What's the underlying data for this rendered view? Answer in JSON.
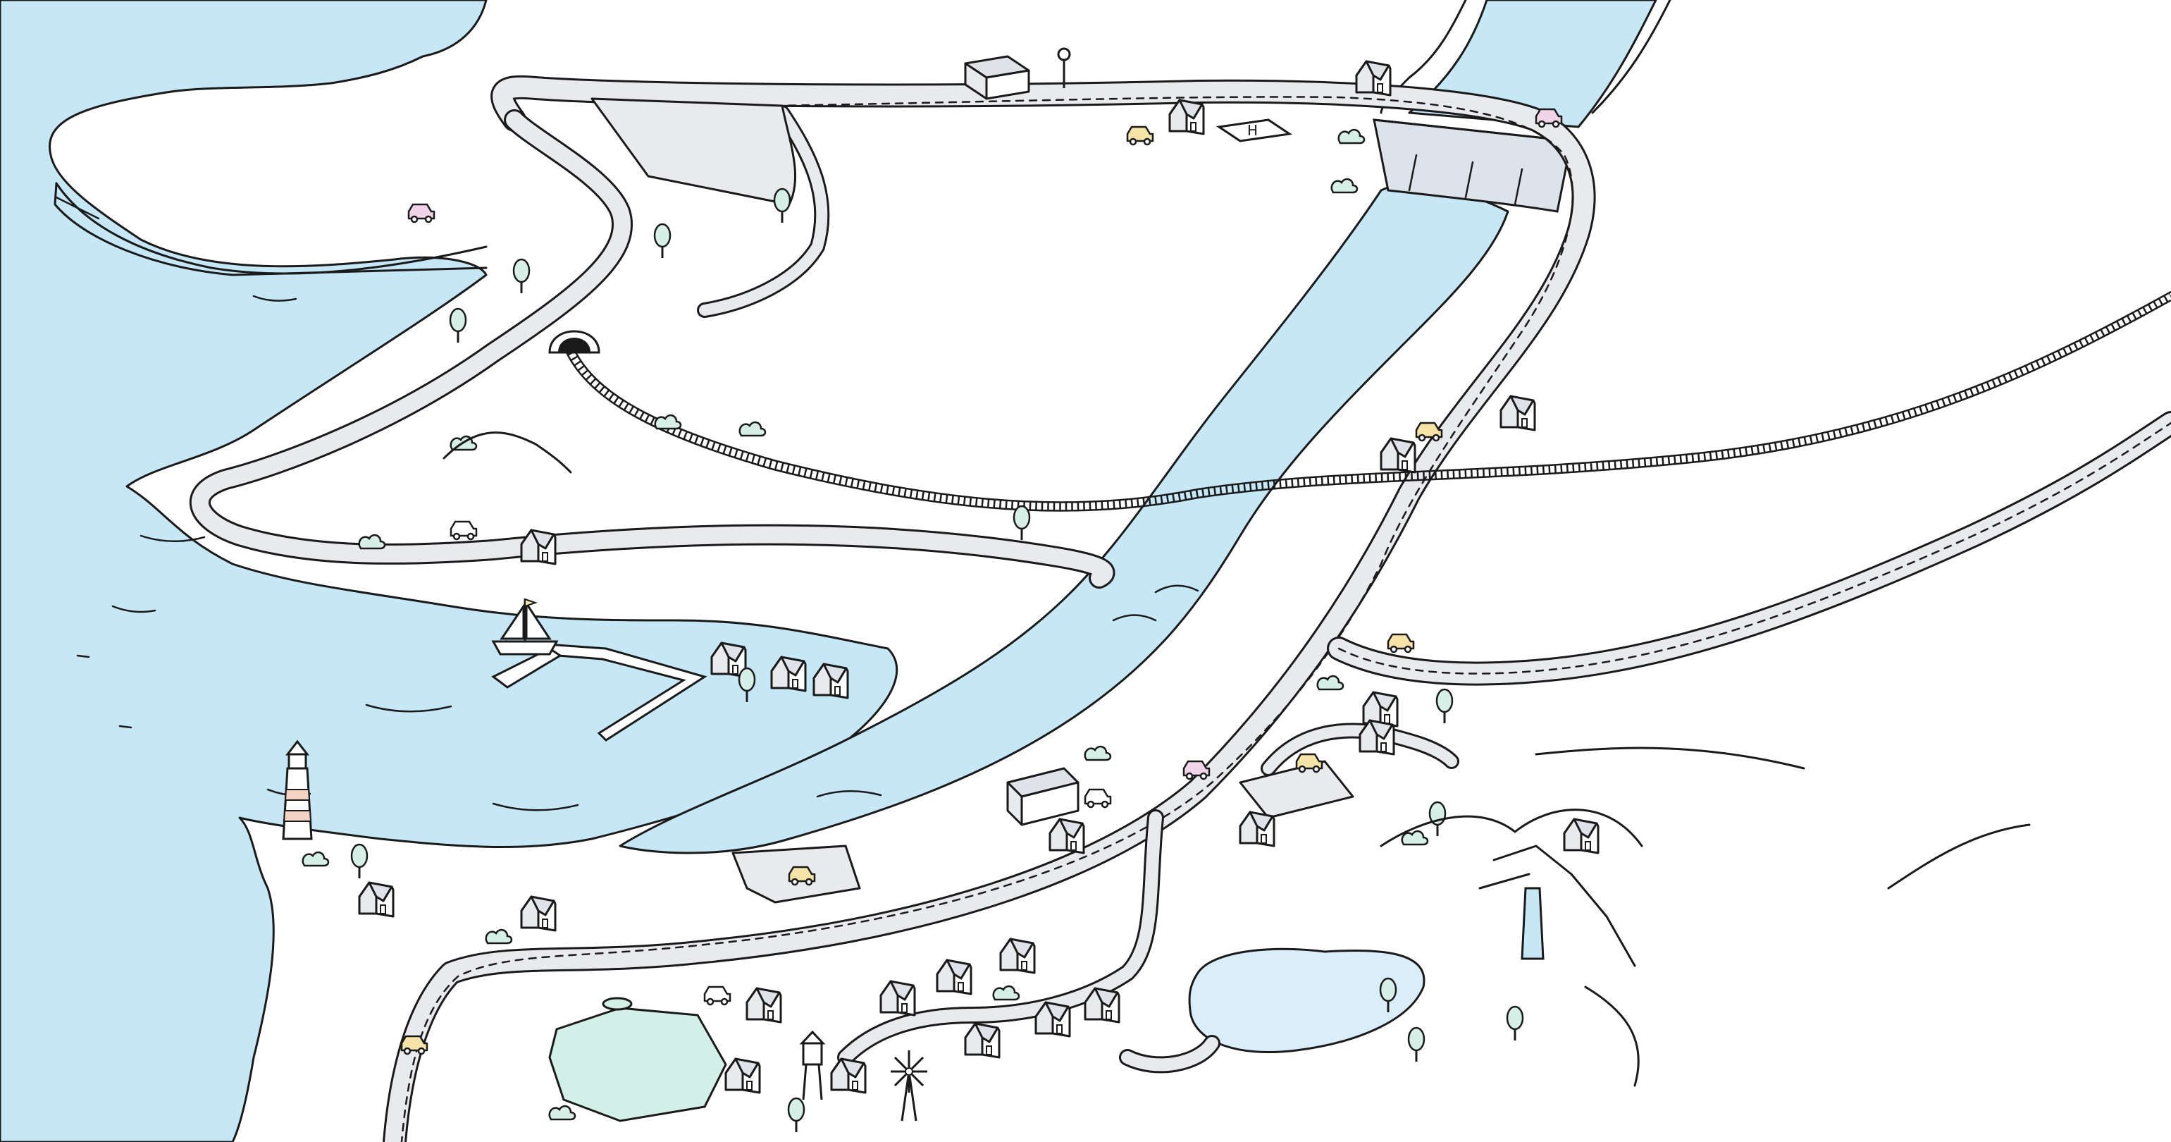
{
  "map": {
    "style": "hand-drawn illustrated map",
    "colors": {
      "water": "#c6e7f6",
      "lake": "#d9eef8",
      "road": "#e8eaee",
      "outline": "#1a1a1a",
      "vegetation": "#d6f0e8",
      "car_yellow": "#f6e3a8",
      "car_pink": "#f1d4ea",
      "lighthouse_stripe": "#f4d2c4",
      "pool": "#d3f0e8"
    },
    "features": [
      {
        "name": "sea",
        "icon": "water"
      },
      {
        "name": "river",
        "icon": "water"
      },
      {
        "name": "dam",
        "icon": "dam-icon"
      },
      {
        "name": "lighthouse",
        "icon": "lighthouse-icon"
      },
      {
        "name": "marina-dock",
        "icon": "dock-icon"
      },
      {
        "name": "sailboat",
        "icon": "sailboat-icon"
      },
      {
        "name": "railway",
        "icon": "railway-icon"
      },
      {
        "name": "tunnel",
        "icon": "tunnel-icon"
      },
      {
        "name": "helipad",
        "icon": "helipad-icon"
      },
      {
        "name": "lake",
        "icon": "lake-icon"
      },
      {
        "name": "waterfall",
        "icon": "waterfall-icon"
      },
      {
        "name": "swimming-pool",
        "icon": "pool-icon"
      },
      {
        "name": "windmill",
        "icon": "windmill-icon"
      },
      {
        "name": "water-tower",
        "icon": "water-tower-icon"
      },
      {
        "name": "gas-station",
        "icon": "gas-station-icon"
      },
      {
        "name": "village-houses",
        "icon": "house-icon"
      }
    ],
    "vehicle_colors": [
      "#f6e3a8",
      "#f1d4ea",
      "#ffffff"
    ]
  }
}
